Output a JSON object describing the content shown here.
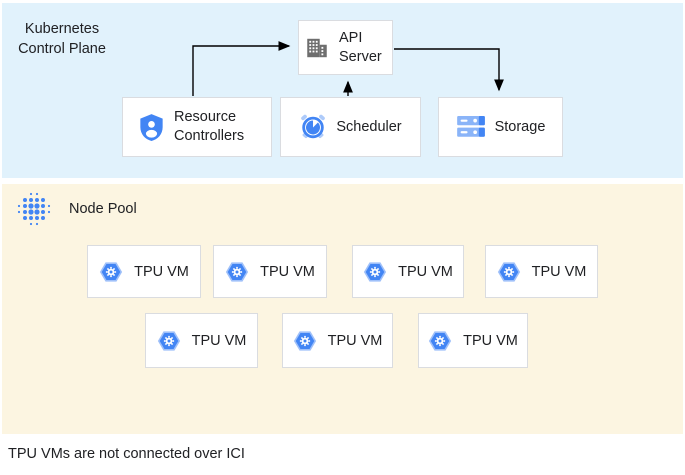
{
  "colors": {
    "control_plane_bg": "#e1f2fc",
    "node_pool_bg": "#fcf5e1",
    "accent_blue": "#4285f4",
    "accent_blue_light": "#aecbfa",
    "icon_gray": "#6e6e6e",
    "box_border": "#dadce0",
    "arrow": "#000000"
  },
  "control_plane": {
    "title": "Kubernetes\nControl Plane",
    "api_server": "API Server",
    "resource_controllers": "Resource Controllers",
    "scheduler": "Scheduler",
    "storage": "Storage"
  },
  "node_pool": {
    "title": "Node Pool",
    "vms": [
      "TPU VM",
      "TPU VM",
      "TPU VM",
      "TPU VM",
      "TPU VM",
      "TPU VM",
      "TPU VM"
    ]
  },
  "caption": "TPU VMs are not connected over ICI"
}
